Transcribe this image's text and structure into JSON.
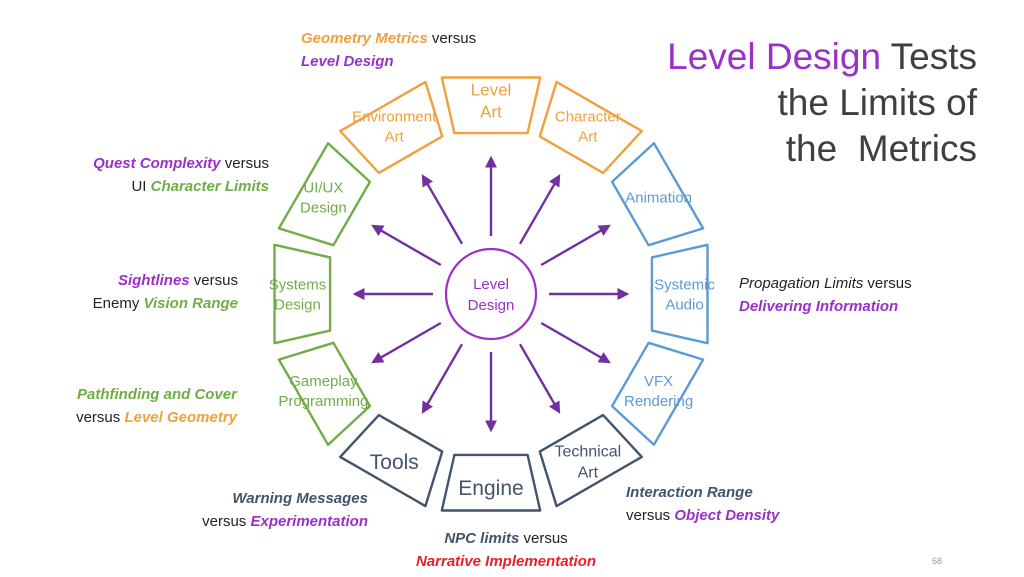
{
  "title": {
    "highlight": "Level Design",
    "line1_rest": " Tests",
    "line2": "the Limits of",
    "line3": "the  Metrics"
  },
  "colors": {
    "orange": "#f0a03c",
    "purple": "#9b30c9",
    "green": "#70ad47",
    "blue": "#5b9bd5",
    "navy": "#44546a",
    "red": "#e8202a",
    "text": "#222222"
  },
  "center": {
    "line1": "Level",
    "line2": "Design"
  },
  "segments": [
    {
      "id": "level-art",
      "line1": "Level",
      "line2": "Art",
      "color": "#f0a03c"
    },
    {
      "id": "character-art",
      "line1": "Character",
      "line2": "Art",
      "color": "#f0a03c"
    },
    {
      "id": "animation",
      "line1": "Animation",
      "line2": "",
      "color": "#5b9bd5"
    },
    {
      "id": "systemic-audio",
      "line1": "Systemic",
      "line2": "Audio",
      "color": "#5b9bd5"
    },
    {
      "id": "vfx-rendering",
      "line1": "VFX",
      "line2": "Rendering",
      "color": "#5b9bd5"
    },
    {
      "id": "technical-art",
      "line1": "Technical",
      "line2": "Art",
      "color": "#44546a"
    },
    {
      "id": "engine",
      "line1": "Engine",
      "line2": "",
      "color": "#44546a"
    },
    {
      "id": "tools",
      "line1": "Tools",
      "line2": "",
      "color": "#44546a"
    },
    {
      "id": "gameplay-programming",
      "line1": "Gameplay",
      "line2": "Programming",
      "color": "#70ad47"
    },
    {
      "id": "systems-design",
      "line1": "Systems",
      "line2": "Design",
      "color": "#70ad47"
    },
    {
      "id": "ui-ux-design",
      "line1": "UI/UX",
      "line2": "Design",
      "color": "#70ad47"
    },
    {
      "id": "environment-art",
      "line1": "Environment",
      "line2": "Art",
      "color": "#f0a03c"
    }
  ],
  "annotations": {
    "top": {
      "geometry_metrics": "Geometry Metrics",
      "versus": " versus",
      "level_design": "Level Design"
    },
    "quest": {
      "quest_complexity": "Quest Complexity",
      "versus": " versus",
      "ui": "UI ",
      "character_limits": "Character Limits"
    },
    "sightlines": {
      "sightlines": "Sightlines",
      "versus": " versus",
      "enemy": "Enemy ",
      "vision_range": "Vision Range"
    },
    "pathfinding": {
      "pathfinding": "Pathfinding and Cover",
      "versus": "versus ",
      "level_geometry": "Level Geometry"
    },
    "warning": {
      "warning_messages": "Warning Messages",
      "versus": "versus ",
      "experimentation": "Experimentation"
    },
    "npc": {
      "npc_limits": "NPC limits",
      "versus": " versus",
      "narrative": "Narrative Implementation"
    },
    "interaction": {
      "interaction_range": "Interaction Range",
      "versus": "versus ",
      "object_density": "Object Density"
    },
    "propagation": {
      "propagation_limits": "Propagation Limits",
      "versus": " versus",
      "delivering": "Delivering Information"
    }
  },
  "page_number": "68"
}
